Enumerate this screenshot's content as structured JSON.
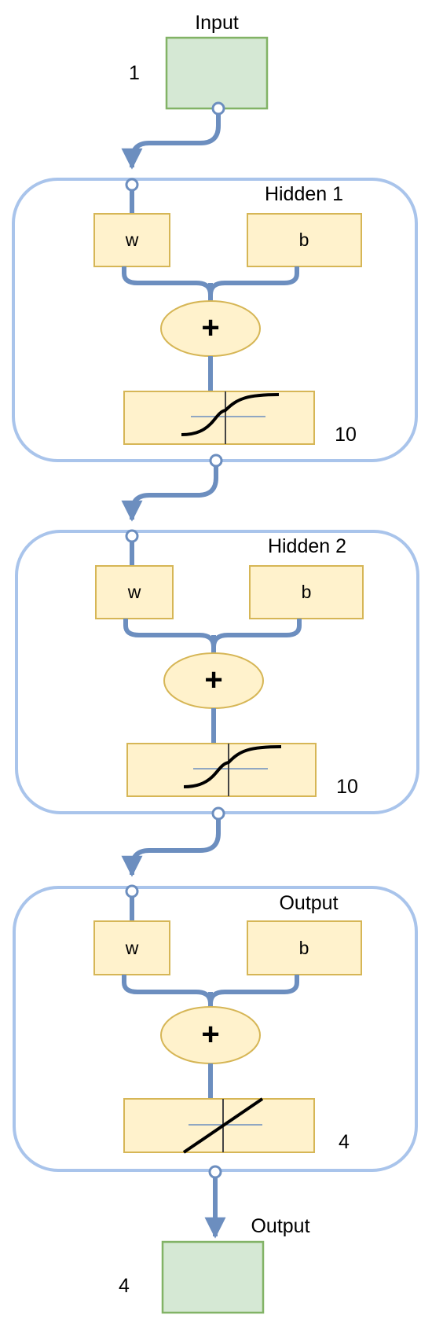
{
  "input": {
    "label": "Input",
    "size": "1"
  },
  "layers": [
    {
      "title": "Hidden 1",
      "weight": "w",
      "bias": "b",
      "sum": "+",
      "size": "10",
      "transfer": "sigmoid"
    },
    {
      "title": "Hidden 2",
      "weight": "w",
      "bias": "b",
      "sum": "+",
      "size": "10",
      "transfer": "sigmoid"
    },
    {
      "title": "Output",
      "weight": "w",
      "bias": "b",
      "sum": "+",
      "size": "4",
      "transfer": "linear"
    }
  ],
  "output": {
    "label": "Output",
    "size": "4"
  },
  "colors": {
    "io_fill": "#d5e8d4",
    "io_stroke": "#82b366",
    "block_fill": "#fff2cc",
    "block_stroke": "#d6b656",
    "layer_stroke": "#a9c4eb",
    "connector": "#6c8ebf"
  }
}
